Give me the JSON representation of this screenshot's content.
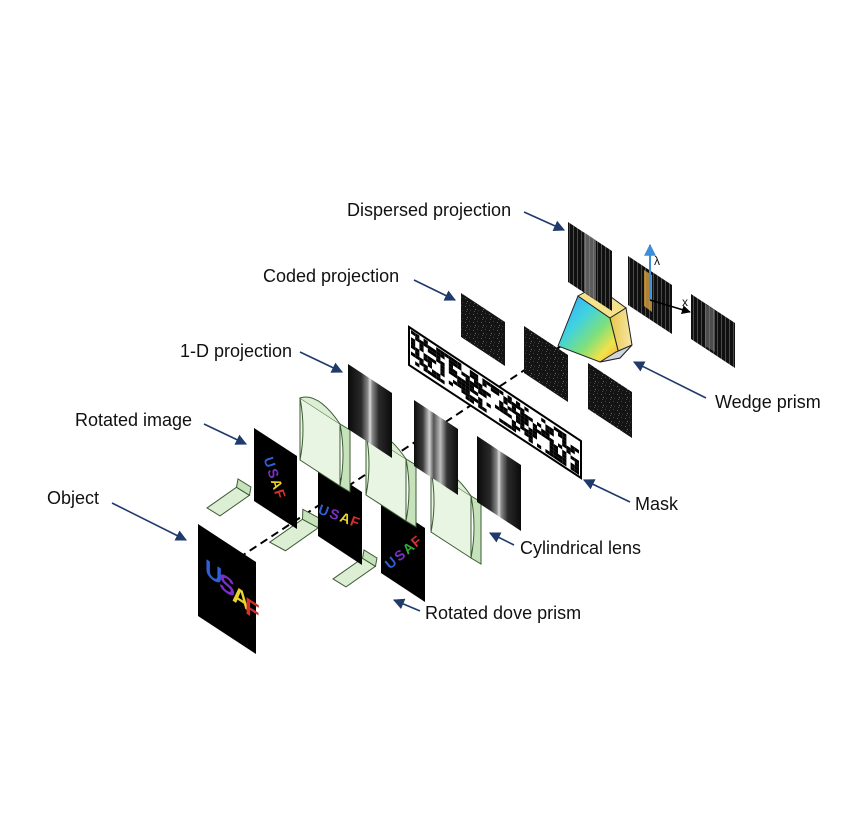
{
  "labels": {
    "dispersed_projection": "Dispersed projection",
    "coded_projection": "Coded projection",
    "one_d_projection": "1-D projection",
    "rotated_image": "Rotated image",
    "object": "Object",
    "wedge_prism": "Wedge prism",
    "mask": "Mask",
    "cylindrical_lens": "Cylindrical lens",
    "rotated_dove_prism": "Rotated dove prism"
  },
  "target_text": "USAF",
  "axes": {
    "lambda": "λ",
    "x": "x"
  },
  "colors": {
    "arrow": "#1f3a6b",
    "lens_fill": "#dcefd4",
    "lens_stroke": "#3d5a34",
    "letter_u": "#2f5fd6",
    "letter_s": "#7b2fc9",
    "letter_a": "#e8d32a",
    "letter_f": "#d62f2f",
    "letter_green": "#2fae3a"
  }
}
